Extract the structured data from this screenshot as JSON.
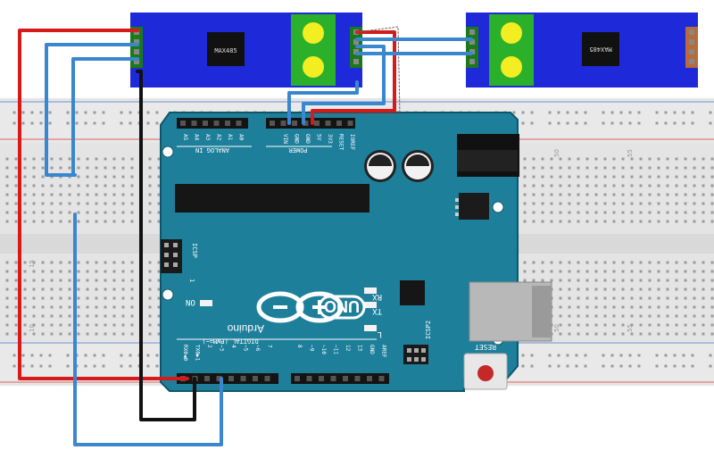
{
  "colors": {
    "breadboard": "#e6e6e6",
    "board": "#1d7b96",
    "module": "#1e2ad9",
    "wire_red": "#d61a1a",
    "wire_blue": "#3a86cf",
    "wire_black": "#111111",
    "yellow": "#f2ee22",
    "green": "#2f9b2f"
  },
  "modules": {
    "left_chip": "MAX485",
    "right_chip": "MAX485"
  },
  "arduino": {
    "brand": "Arduino",
    "model": "UNO",
    "analog_header": "ANALOG IN",
    "analog_pins": [
      "A5",
      "A4",
      "A3",
      "A2",
      "A1",
      "A0"
    ],
    "power_header": "POWER",
    "power_pins": [
      "VIN",
      "GND",
      "GND",
      "5V",
      "3V3",
      "RESET",
      "IOREF"
    ],
    "digital_header": "DIGITAL (PWM=~)",
    "digital_pins": [
      "RX0◀0",
      "TX0▶1",
      "2",
      "~3",
      "4",
      "~5",
      "~6",
      "7",
      "8",
      "~9",
      "~10",
      "~11",
      "12",
      "13",
      "GND",
      "AREF"
    ],
    "leds": {
      "on": "ON",
      "rx": "RX",
      "tx": "TX",
      "l": "L"
    },
    "icsp": "ICSP",
    "icsp2": "ICSP2",
    "icsp_marker": "1",
    "reset": "RESET"
  },
  "breadboard": {
    "numbers_left": [
      "15",
      "10",
      "5"
    ],
    "numbers_right": [
      "50",
      "55",
      "60"
    ]
  }
}
